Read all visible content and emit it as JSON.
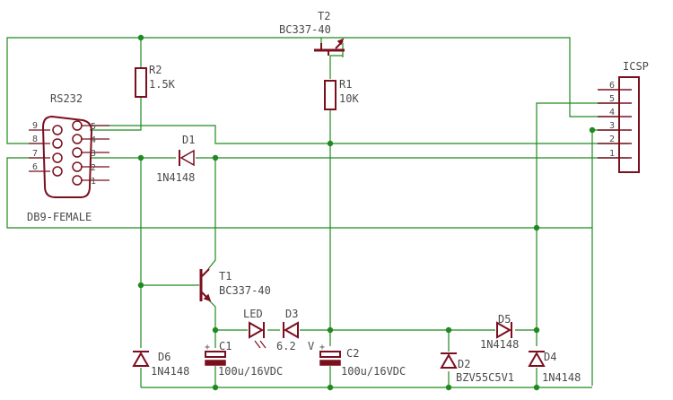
{
  "colors": {
    "wire": "#1f8a1f",
    "component": "#7a0f1e",
    "text": "#4a4a4a",
    "background": "#ffffff"
  },
  "components": {
    "T2": {
      "ref": "T2",
      "value": "BC337-40"
    },
    "R2": {
      "ref": "R2",
      "value": "1.5K"
    },
    "R1": {
      "ref": "R1",
      "value": "10K"
    },
    "D1": {
      "ref": "D1",
      "value": "1N4148"
    },
    "T1": {
      "ref": "T1",
      "value": "BC337-40"
    },
    "LED": {
      "ref": "LED"
    },
    "D3": {
      "ref": "D3",
      "value": "6.2"
    },
    "V": {
      "label": "V"
    },
    "D5": {
      "ref": "D5",
      "value": "1N4148"
    },
    "C1": {
      "ref": "C1",
      "value": "100u/16VDC"
    },
    "C2": {
      "ref": "C2",
      "value": "100u/16VDC"
    },
    "D6": {
      "ref": "D6",
      "value": "1N4148"
    },
    "D2": {
      "ref": "D2",
      "value": "BZV55C5V1"
    },
    "D4": {
      "ref": "D4",
      "value": "1N4148"
    },
    "plus": "+"
  },
  "rs232": {
    "title": "RS232",
    "footer": "DB9-FEMALE",
    "pins_left": [
      "9",
      "8",
      "7",
      "6"
    ],
    "pins_right": [
      "5",
      "4",
      "3",
      "2",
      "1"
    ]
  },
  "icsp": {
    "title": "ICSP",
    "pins": [
      "6",
      "5",
      "4",
      "3",
      "2",
      "1"
    ]
  }
}
